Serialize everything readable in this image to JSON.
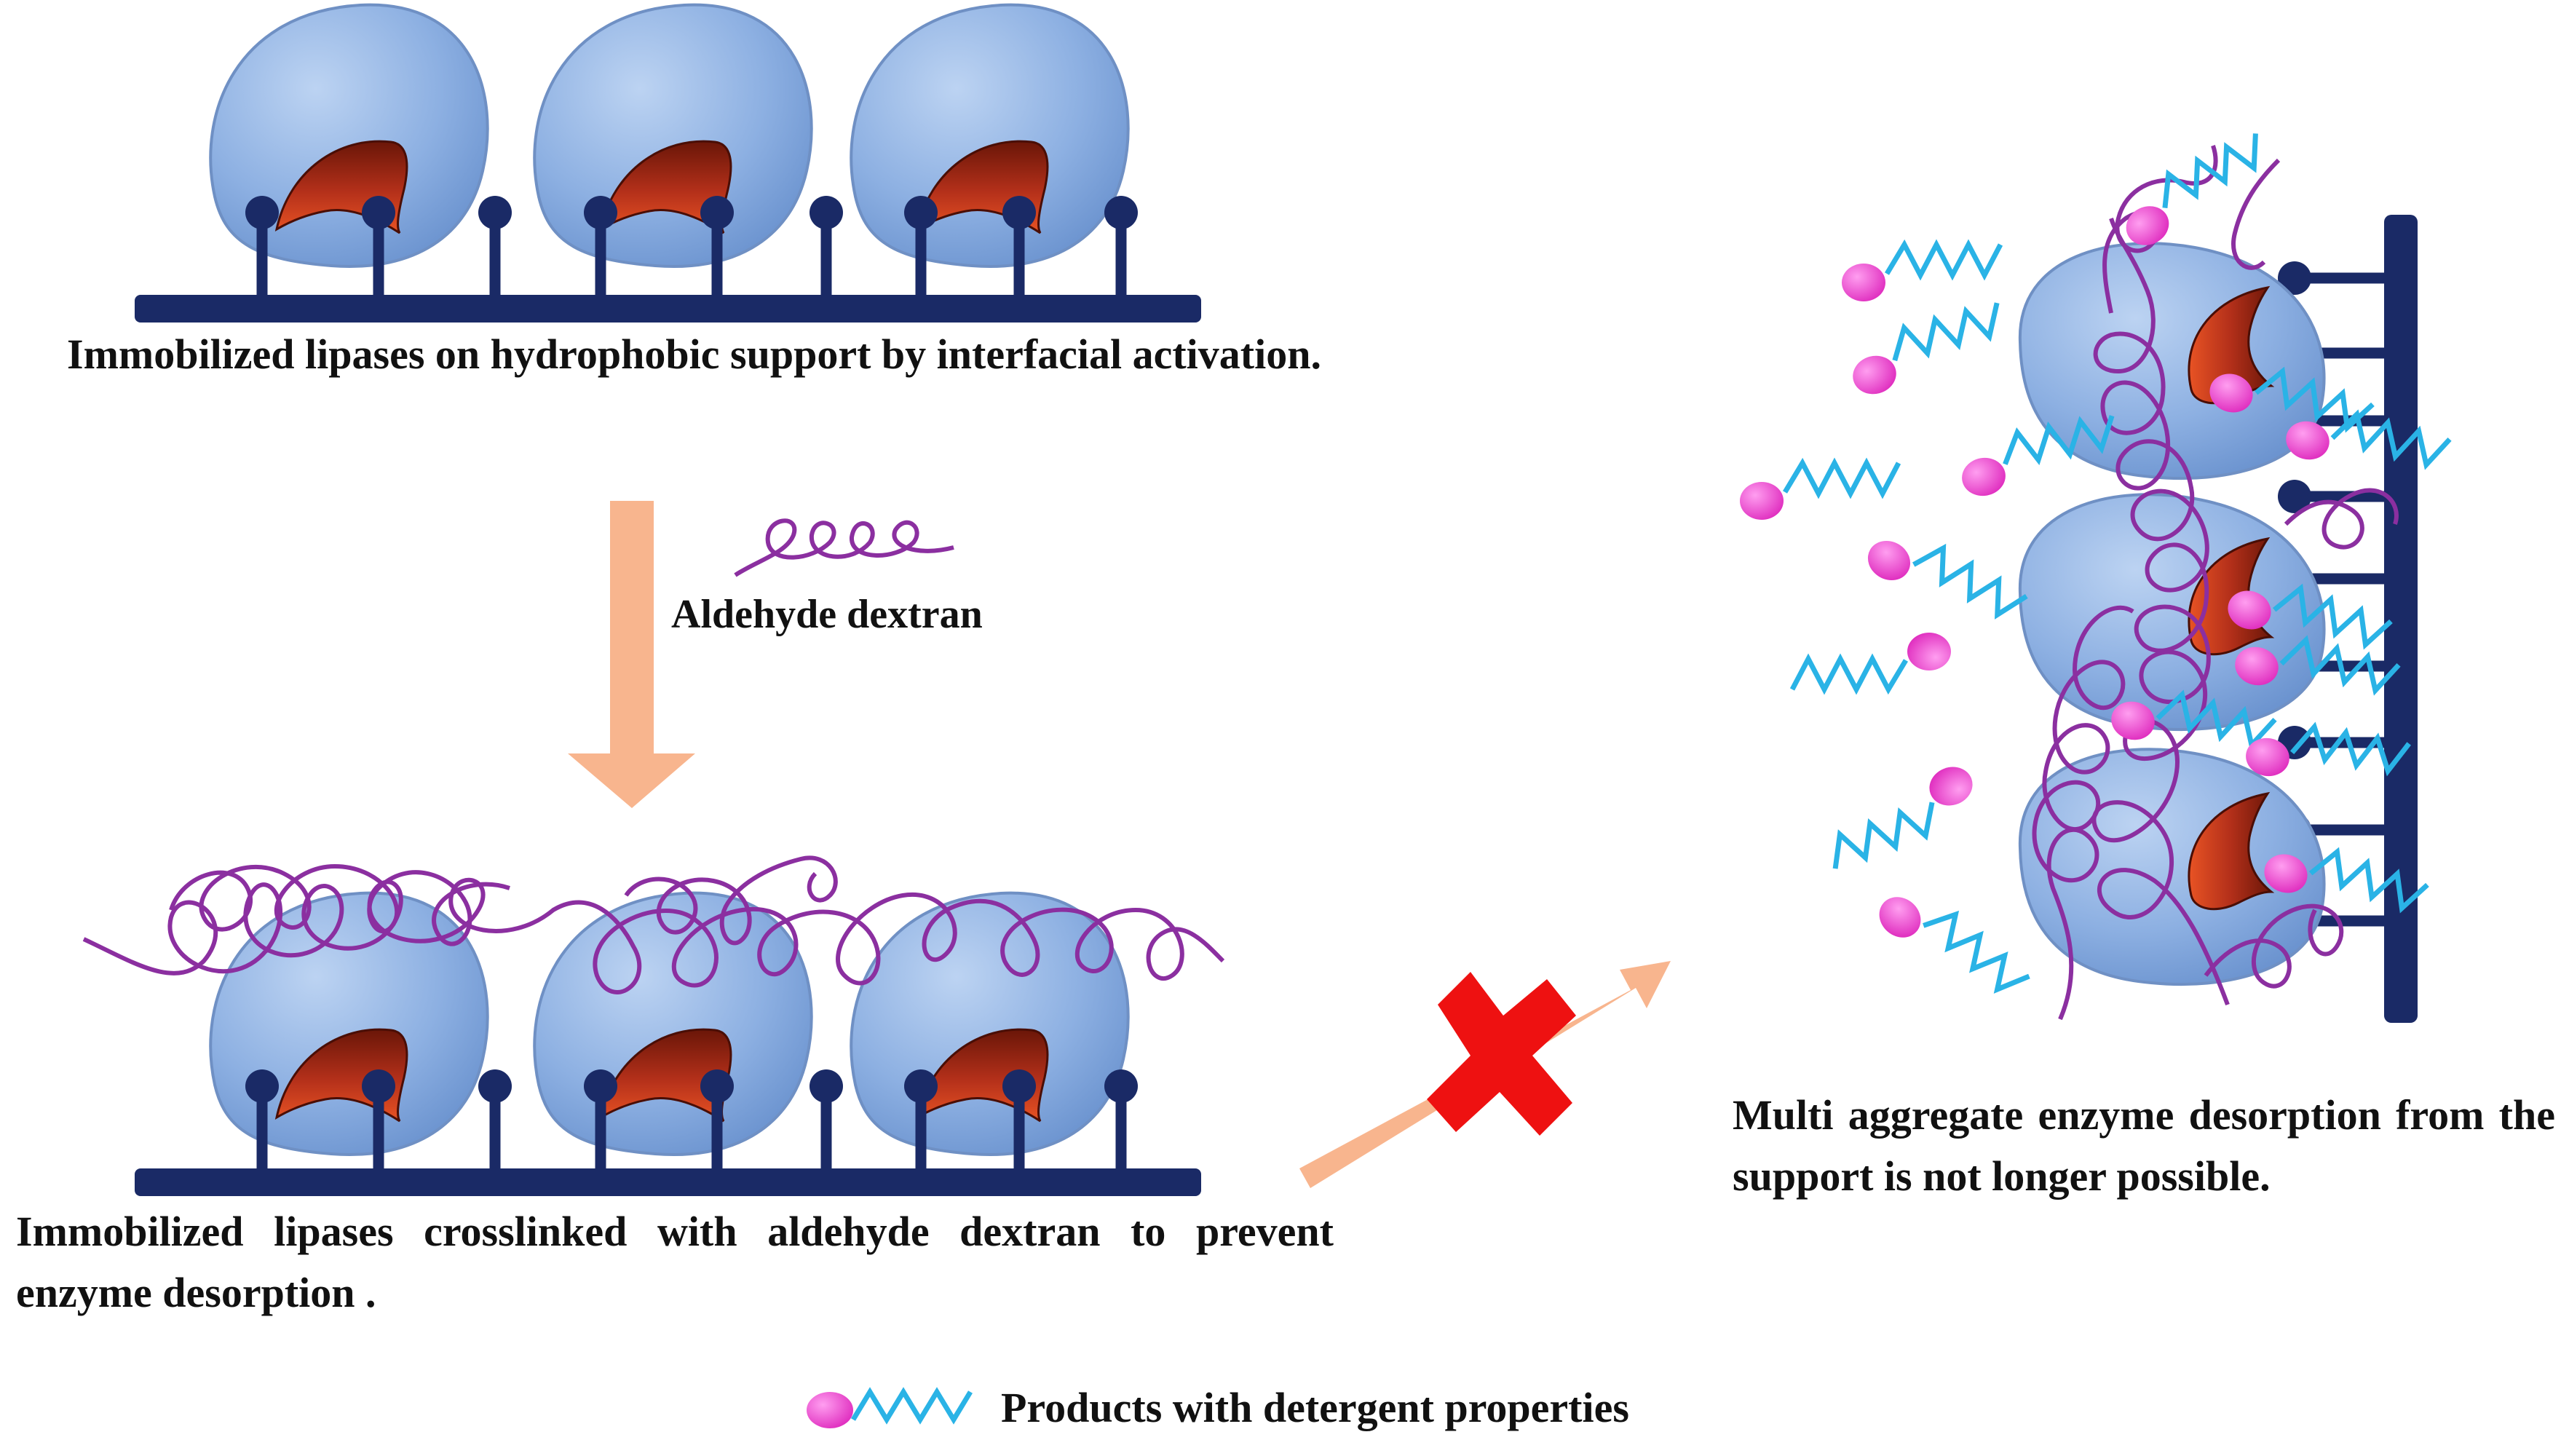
{
  "captions": {
    "top": "Immobilized lipases on hydrophobic support by interfacial activation.",
    "middle": "Immobilized lipases crosslinked with aldehyde dextran to prevent enzyme desorption .",
    "right": "Multi aggregate enzyme desorption from the support is not longer possible."
  },
  "labels": {
    "aldehyde_dextran": "Aldehyde dextran"
  },
  "legend": {
    "detergent": "Products with detergent properties"
  },
  "colors": {
    "enzyme": "#8db0e2",
    "active_site": "#c0341a",
    "support": "#1a2a66",
    "dextran": "#8b2fa0",
    "detergent_head": "#e23ec2",
    "detergent_tail": "#2ab3e6",
    "arrow": "#f8b58e",
    "blocked_x": "#ee1111"
  },
  "icons": {
    "blocked": "red-x-icon",
    "process_arrow": "down-arrow-icon"
  }
}
